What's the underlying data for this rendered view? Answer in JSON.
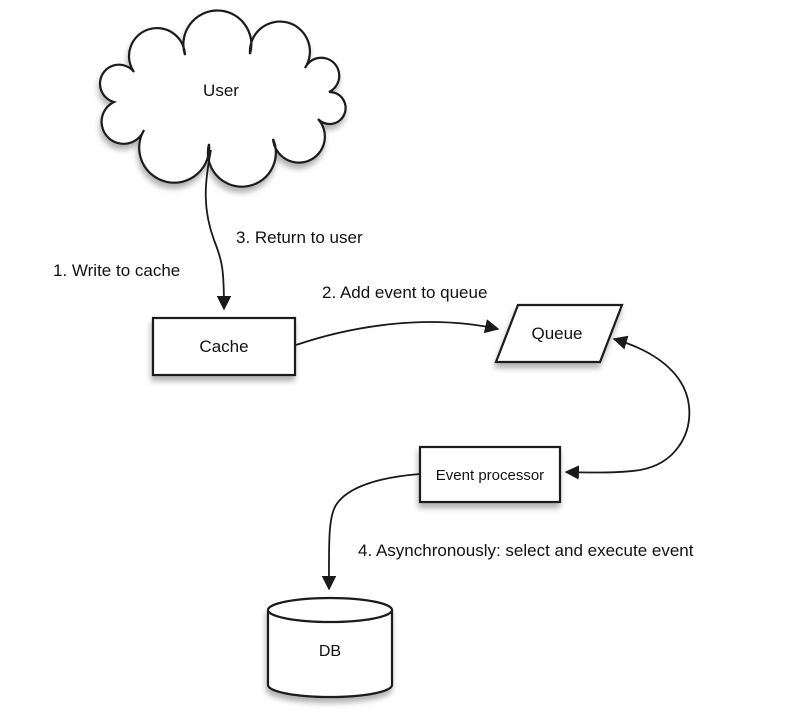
{
  "diagram": {
    "colors": {
      "background": "#ffffff",
      "stroke": "#1a1a1a",
      "text": "#111111"
    },
    "nodes": {
      "user": {
        "label": "User",
        "shape": "cloud"
      },
      "cache": {
        "label": "Cache",
        "shape": "rectangle"
      },
      "queue": {
        "label": "Queue",
        "shape": "parallelogram"
      },
      "event_processor": {
        "label": "Event processor",
        "shape": "rectangle"
      },
      "db": {
        "label": "DB",
        "shape": "cylinder"
      }
    },
    "edges": [
      {
        "from": "user",
        "to": "cache",
        "arrows": "end"
      },
      {
        "from": "cache",
        "to": "queue",
        "arrows": "end"
      },
      {
        "from": "queue",
        "to": "event_processor",
        "arrows": "both"
      },
      {
        "from": "event_processor",
        "to": "db",
        "arrows": "end"
      }
    ],
    "annotations": [
      {
        "id": "step1",
        "label": "1. Write to cache"
      },
      {
        "id": "step2",
        "label": "2. Add event to queue"
      },
      {
        "id": "step3",
        "label": "3. Return to user"
      },
      {
        "id": "step4",
        "label": "4. Asynchronously: select and execute event"
      }
    ]
  }
}
